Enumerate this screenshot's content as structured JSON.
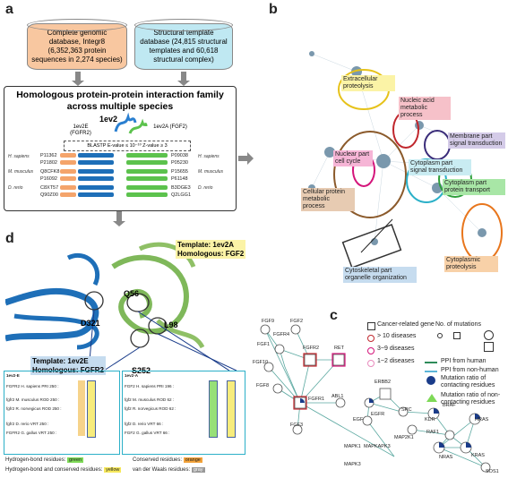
{
  "panels": {
    "a": "a",
    "b": "b",
    "c": "c",
    "d": "d"
  },
  "panel_a": {
    "db_genomic": "Complete genomic database, Integr8 (6,352,363 protein sequences in 2,274 species)",
    "db_structural": "Structural template database (24,815 structural templates and 60,618 structural complex)",
    "family_title": "Homologous protein-protein interaction family across multiple species",
    "template_id": "1ev2",
    "chain_e": "1ev2E (FGFR2)",
    "chain_a": "1ev2A (FGF2)",
    "blast_criteria": "BLASTP E-value ≤ 10⁻¹⁰  Z-value ≥ 3",
    "rows": [
      {
        "species": "H. sapiens",
        "left": "P11362",
        "right": "P09038",
        "species_r": "H. sapiens"
      },
      {
        "species": "",
        "left": "P21802",
        "right": "P05230",
        "species_r": ""
      },
      {
        "species": "M. musculus",
        "left": "Q8CFK8",
        "right": "P15655",
        "species_r": "M. musculus"
      },
      {
        "species": "",
        "left": "P16092",
        "right": "P61148",
        "species_r": ""
      },
      {
        "species": "D. rerio",
        "left": "C8XT57",
        "right": "B3DGE3",
        "species_r": "D. rerio"
      },
      {
        "species": "",
        "left": "Q90Z00",
        "right": "Q2LGG1",
        "species_r": ""
      }
    ]
  },
  "panel_b": {
    "labels": [
      {
        "text": "Extracellular proteolysis",
        "color": "#fbf3a6"
      },
      {
        "text": "Nucleic acid metabolic process",
        "color": "#f6c1c9"
      },
      {
        "text": "Membrane part signal transduction",
        "color": "#d4cbe8"
      },
      {
        "text": "Nuclear part cell cycle",
        "color": "#f6b5d6"
      },
      {
        "text": "Cytoplasm part signal transduction",
        "color": "#c9ecf2"
      },
      {
        "text": "Cytoplasm part protein transport",
        "color": "#a8e6a6"
      },
      {
        "text": "Cellular protein metabolic process",
        "color": "#e7cbb2"
      },
      {
        "text": "Cytoplasmic proteolysis",
        "color": "#f8d1a8"
      },
      {
        "text": "Cytoskeletal part organelle organization",
        "color": "#c6dcef"
      }
    ]
  },
  "panel_d": {
    "template_a": "Template: 1ev2A",
    "homolog_a": "Homologous: FGF2",
    "template_e": "Template: 1ev2E",
    "homolog_e": "Homologous: FGFR2",
    "residues": [
      "Q56",
      "D321",
      "L98",
      "S252"
    ],
    "aln_left_header": "1ev2-E",
    "aln_right_header": "1ev2-A",
    "aln_left": [
      "FGFR2  H. sapiens   PRI  250 :",
      "fgfr2  M. musculus  ROD  250 :",
      "fgfr2  R. norvegicus ROD 250 :",
      "fgfr2  D. rerio     VRT  250 :",
      "FGFR2  G. gallus    VRT  250 :"
    ],
    "aln_right": [
      "FGF2  H. sapiens   PRI  196 :",
      "fgf2  M. musculus  ROD  62 :",
      "fgf2  R. norvegicus ROD 62 :",
      "fgf2  D. rerio     VRT  66 :",
      "FGF2  G. gallus    VRT  66 :"
    ],
    "legend": {
      "hbond": "Hydrogen-bond residues:",
      "hbond_sw": "green",
      "conserved": "Conserved residues:",
      "conserved_sw": "orange",
      "hbond_cons": "Hydrogen-bond and conserved residues:",
      "hbond_cons_sw": "yellow",
      "vdw": "van der Waals residues:",
      "vdw_sw": "gray"
    }
  },
  "panel_c": {
    "legend": {
      "cancer": "Cancer-related gene",
      "d10": "> 10 diseases",
      "d3": "3~9 diseases",
      "d1": "1~2 diseases",
      "mut_title": "No. of mutations",
      "ppi_h": "PPI from human",
      "ppi_nh": "PPI from non-human",
      "mut_c": "Mutation ratio of contacting residues",
      "mut_nc": "Mutation ratio of non-contacting residues"
    },
    "nodes": [
      "FGF9",
      "FGF2",
      "FGF1",
      "FGFR4",
      "FGFR2",
      "RET",
      "FGF10",
      "FGF8",
      "FGFR1",
      "ABL1",
      "FGF3",
      "ERBB2",
      "EGF",
      "EGFR",
      "SRC",
      "KDR",
      "BRAF",
      "RAF1",
      "HRAS",
      "NRAS",
      "KRAS",
      "MAPK1",
      "MAPKAPK3",
      "MAP2K1",
      "MAPK3",
      "SOS1"
    ]
  }
}
